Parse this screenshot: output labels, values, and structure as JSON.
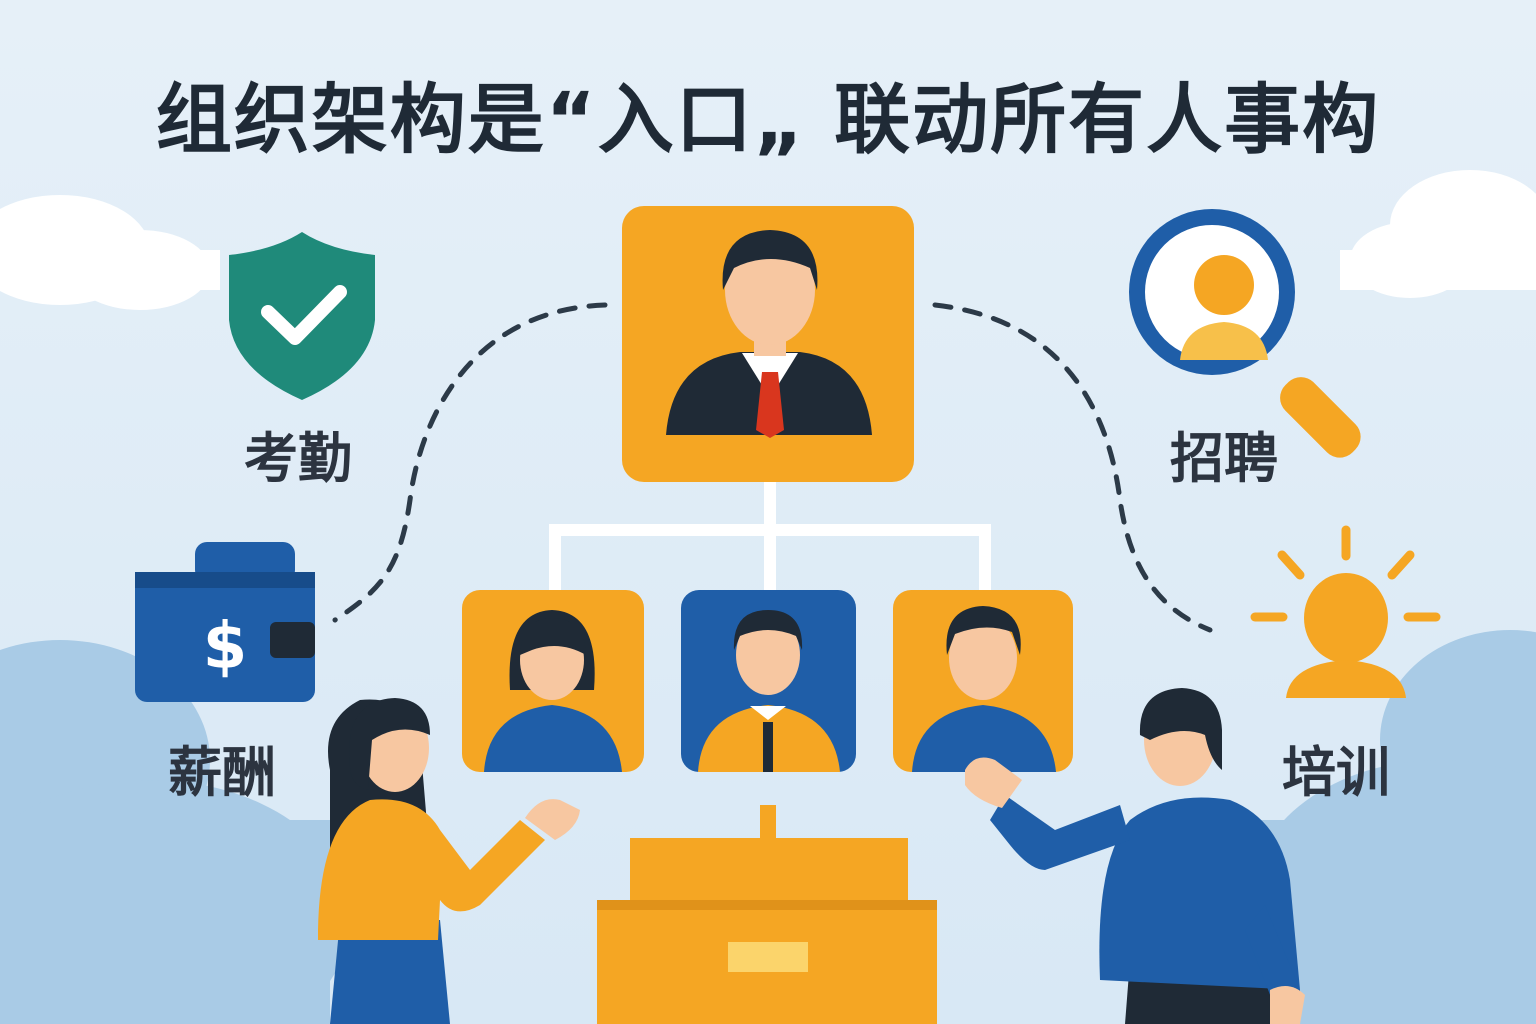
{
  "title": "组织架构是“入口„ 联动所有人事构",
  "modules": {
    "attendance": {
      "label": "考勤",
      "icon": "shield-check-icon"
    },
    "recruitment": {
      "label": "招聘",
      "icon": "magnifier-person-icon"
    },
    "payroll": {
      "label": "薪酬",
      "icon": "wallet-dollar-icon",
      "symbol": "$"
    },
    "training": {
      "label": "培训",
      "icon": "lightbulb-person-icon"
    }
  },
  "colors": {
    "background": "#dde9f5",
    "orange": "#f5a623",
    "blue": "#1f5ea8",
    "teal": "#1f8a7a",
    "dark": "#1f2a36",
    "tie_red": "#d9361e",
    "skin": "#f7c7a1",
    "connector": "#ffffff"
  }
}
